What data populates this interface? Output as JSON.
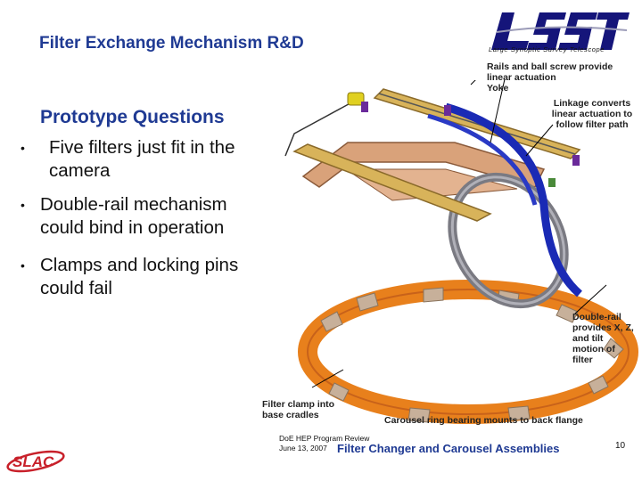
{
  "slide": {
    "title": "Filter Exchange Mechanism R&D",
    "logo": {
      "name": "LSST",
      "subtitle": "Large Synoptic Survey Telescope"
    },
    "callouts": {
      "rails": "Rails and ball screw provide linear actuation",
      "yoke": "Yoke",
      "linkage": "Linkage converts linear actuation to follow filter path",
      "double_rail": "Double-rail provides X, Z, and tilt motion of filter",
      "clamp": "Filter clamp into base cradles",
      "carousel": "Carousel ring bearing mounts to back flange"
    },
    "questions": {
      "heading": "Prototype Questions",
      "items": [
        "Five filters just fit in the camera",
        "Double-rail mechanism could bind in operation",
        "Clamps and locking pins could fail"
      ]
    },
    "footer": {
      "event": "DoE HEP Program Review",
      "date": "June 13, 2007",
      "caption": "Filter Changer and Carousel Assemblies",
      "page": "10",
      "org_logo": "SLAC"
    }
  }
}
